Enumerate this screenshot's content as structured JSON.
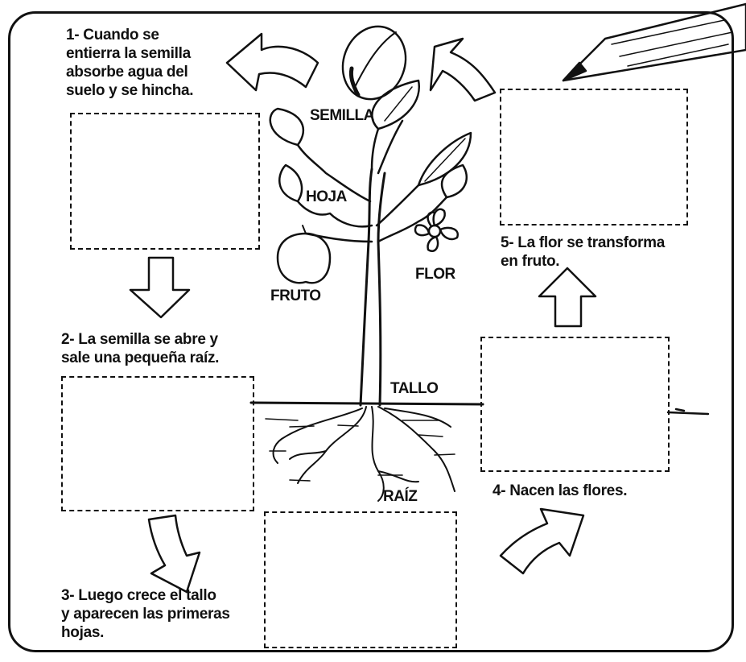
{
  "steps": [
    {
      "text": "1- Cuando se\nentierra la semilla\nabsorbe agua del\nsuelo y se hincha."
    },
    {
      "text": "2- La semilla se abre y\nsale una pequeña raíz."
    },
    {
      "text": "3- Luego crece el tallo\ny aparecen las primeras\nhojas."
    },
    {
      "text": "4- Nacen las flores."
    },
    {
      "text": "5- La flor se transforma\nen fruto."
    }
  ],
  "plant_labels": {
    "seed": "SEMILLA",
    "leaf": "HOJA",
    "fruit": "FRUTO",
    "flower": "FLOR",
    "stem": "TALLO",
    "root": "RAÍZ"
  },
  "colors": {
    "ink": "#111111",
    "paper": "#ffffff"
  },
  "icons": [
    "curved-arrow-left-icon",
    "curved-arrow-up-right-icon",
    "down-arrow-icon",
    "up-arrow-icon",
    "pencil-icon"
  ]
}
